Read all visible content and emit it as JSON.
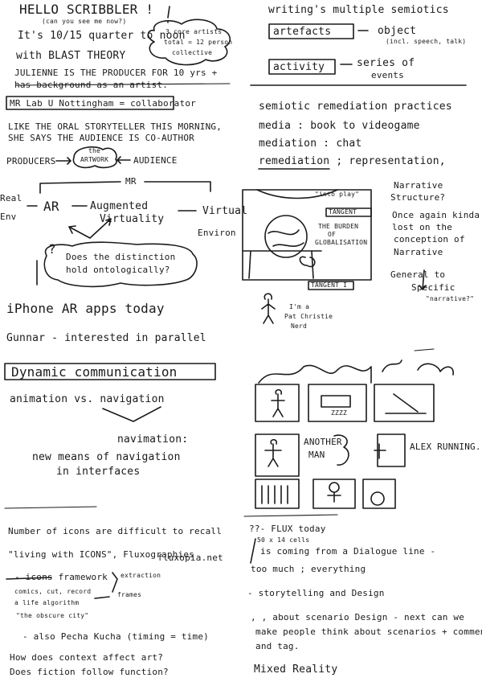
{
  "left": {
    "title": "HELLO SCRIBBLER !",
    "title_sub": "(can you see me now?)",
    "time": "It's 10/15 quarter to noon",
    "with": "with BLAST THEORY",
    "cloud": [
      "3 core artists",
      "total = 12 person",
      "collective"
    ],
    "juliette_1": "JULIENNE IS THE PRODUCER FOR 10 yrs +",
    "juliette_2": "has background as an artist.",
    "mrl": "MR Lab U Nottingham = collaborator",
    "oral_1": "LIKE THE ORAL STORYTELLER THIS MORNING,",
    "oral_2": "SHE SAYS THE AUDIENCE IS CO-AUTHOR",
    "producers": "PRODUCERS",
    "the": "the",
    "artwork": "ARTWORK",
    "audience": "AUDIENCE",
    "mr": "MR",
    "real": "Real",
    "env": "Env",
    "ar": "AR",
    "augmented": "Augmented",
    "virtuality": "Virtuality",
    "virtual": "Virtual",
    "environ": "Environ",
    "q_mark": "?",
    "does_1": "Does the distinction",
    "does_2": "hold ontologically?",
    "iphone": "iPhone AR apps today",
    "gunnar": "Gunnar - interested in parallel",
    "dynamic": "Dynamic communication",
    "animation": "animation vs. navigation",
    "navimation": "navimation:",
    "new_1": "new means of navigation",
    "new_2": "in interfaces",
    "number": "Number of icons are difficult to recall",
    "living": "\"living with ICONS\", Fluxographies",
    "url": "fluxopia.net",
    "icons": "- icons framework",
    "extraction": "extraction",
    "frames": "frames",
    "comics": "comics, cut, record",
    "life": "a life algorithm",
    "obscure": "\"the obscure city\"",
    "pecha": "- also Pecha Kucha (timing = time)",
    "how": "How does context affect art?",
    "fiction": "Does fiction follow function?"
  },
  "right": {
    "writing": "writing's multiple semiotics",
    "artefacts": "artefacts",
    "object": "object",
    "object_sub": "(incl. speech, talk)",
    "activity": "activity",
    "series_1": "series of",
    "series_2": "events",
    "semiotic": "semiotic remediation practices",
    "media": "media : book to videogame",
    "mediation": "mediation : chat",
    "remediation": "remediation ; representation,",
    "into_play": "\"into play\"",
    "tangent_top": "TANGENT",
    "burden_1": "THE BURDEN",
    "burden_2": "OF",
    "burden_3": "GLOBALISATION",
    "tangent_bottom": "TANGENT I",
    "narrative_1": "Narrative",
    "narrative_2": "Structure?",
    "once_1": "Once again kinda",
    "once_2": "lost on the",
    "once_3": "conception of",
    "once_4": "Narrative",
    "general_1": "General to",
    "general_2": "Specific",
    "general_3": "\"narrative?\"",
    "im_1": "I'm a",
    "im_2": "Pat Christie",
    "im_3": "Nerd",
    "zzzz": "ZZZZ",
    "another_1": "ANOTHER",
    "another_2": "MAN",
    "alex": "ALEX RUNNING.",
    "flux": "??- FLUX today",
    "years": "50 x 14 cells",
    "coming": "is coming from a Dialogue line -",
    "too_much": "too much ; everything",
    "storytelling": "- storytelling and Design",
    "about": ", , about scenario Design - next can we",
    "make": "make people think about scenarios + comment",
    "and_tag": "and tag.",
    "mixed": "Mixed Reality"
  }
}
